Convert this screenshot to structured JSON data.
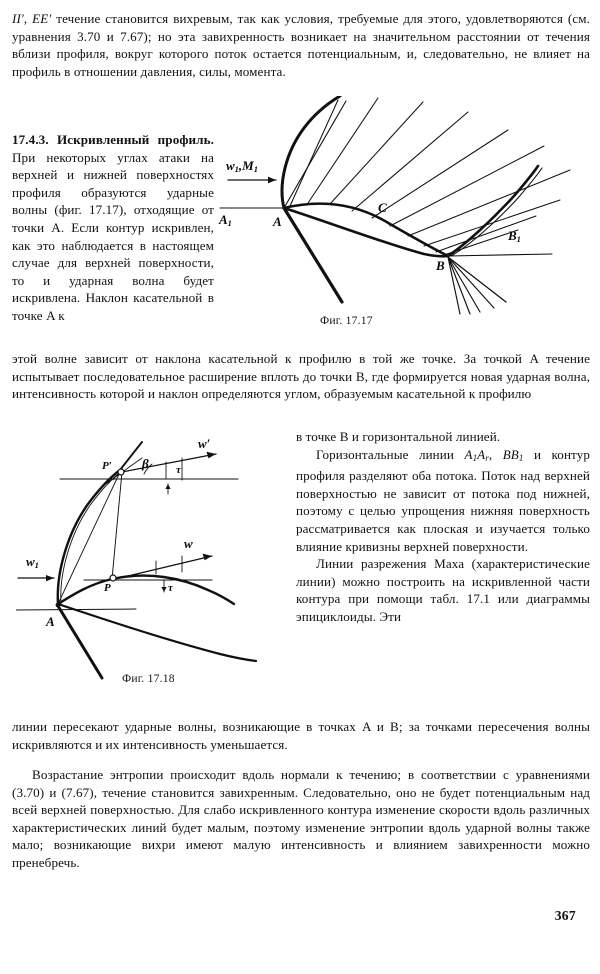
{
  "document": {
    "language": "ru",
    "page_number": "367",
    "background_color": "#ffffff",
    "ink_color": "#111111"
  },
  "body": {
    "para_top": "II', EE' течение становится вихревым, так как условия, требуемые для этого, удовлетворяются (см. уравнения 3.70 и 7.67); но эта завихренность возникает на значительном расстоянии от течения вблизи профиля, вокруг которого поток остается потенциальным, и, следовательно, не влияет на профиль в отношении давления, силы, момента.",
    "section_number": "17.4.3.",
    "section_title": "Искривленный профиль.",
    "col_left_1": "При некоторых углах атаки на верхней и нижней поверхностях профиля образуются ударные волны (фиг. 17.17), отходящие от точки A. Если контур искривлен, как это наблюдается в настоящем случае для верхней поверхности, то и ударная волна будет искривлена. Наклон касательной в точке A к",
    "para_mid": "этой волне зависит от наклона касательной к профилю в той же точке. За точкой A течение испытывает последовательное расширение вплоть до точки B, где формируется новая ударная волна, интенсивность которой и наклон определяются углом, образуемым касательной к профилю",
    "col_right_1a": "в точке B и горизонтальной линией.",
    "col_right_1b": "Горизонтальные линии A1Ar, BB1 и контур профиля разделяют оба потока. Поток над верхней поверхностью не зависит от потока под нижней, поэтому с целью упрощения нижняя поверхность рассматривается как плоская и изучается только влияние кривизны верхней поверхности.",
    "col_right_1c": "Линии разрежения Маха (характеристические линии) можно построить на искривленной части контура при помощи табл. 17.1 или диаграммы эпициклоиды. Эти",
    "para_bot1": "линии пересекают ударные волны, возникающие в точках A и B; за точками пересечения волны искривляются и их интенсивность уменьшается.",
    "para_bot2": "Возрастание энтропии происходит вдоль нормали к течению; в соответствии с уравнениями (3.70) и (7.67), течение становится завихренным. Следовательно, оно не будет потенциальным над всей верхней поверхностью. Для слабо искривленного контура изменение скорости вдоль различных характеристических линий будет малым, поэтому изменение энтропии вдоль ударной волны также мало; возникающие вихри имеют малую интенсивность и влиянием завихренности можно пренебречь."
  },
  "figures": [
    {
      "id": "fig-17-17",
      "caption": "Фиг. 17.17",
      "description": "Искривленный профиль в сверхзвуковом потоке: ударные волны от точек A и B, веер линий разрежения Маха над верхней поверхностью",
      "labels": [
        {
          "name": "inflow-velocity",
          "text": "w",
          "sub": "1",
          "text2": ",M",
          "sub2": "1"
        },
        {
          "name": "point-a",
          "text": "A"
        },
        {
          "name": "horizontal-line-a1",
          "text": "A",
          "sub": "1"
        },
        {
          "name": "point-c",
          "text": "C"
        },
        {
          "name": "point-b",
          "text": "B"
        },
        {
          "name": "horizontal-line-b1",
          "text": "B",
          "sub": "1"
        }
      ]
    },
    {
      "id": "fig-17-18",
      "caption": "Фиг. 17.18",
      "description": "Построение характеристик: точка A на носке, точки P и P' на контуре и на ударной волне, углы beta и tau, векторы скорости w1, w, w'",
      "labels": [
        {
          "name": "inflow-velocity",
          "text": "w",
          "sub": "1"
        },
        {
          "name": "point-a",
          "text": "A"
        },
        {
          "name": "point-p",
          "text": "P"
        },
        {
          "name": "point-p-prime",
          "text": "P'"
        },
        {
          "name": "velocity-w",
          "text": "w"
        },
        {
          "name": "velocity-w-prime",
          "text": "w'"
        },
        {
          "name": "angle-beta",
          "text": "β"
        },
        {
          "name": "angle-tau-upper",
          "text": "τ"
        },
        {
          "name": "angle-tau-lower",
          "text": "τ"
        }
      ]
    }
  ]
}
